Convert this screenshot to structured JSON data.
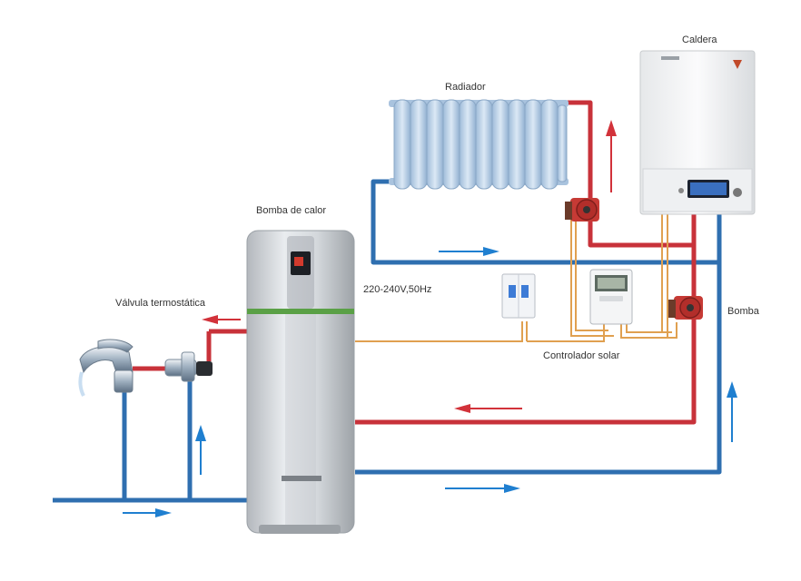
{
  "labels": {
    "boiler": "Caldera",
    "radiator": "Radiador",
    "heat_pump": "Bomba de calor",
    "voltage": "220-240V,50Hz",
    "thermostatic_valve": "Válvula termostática",
    "solar_controller": "Controlador solar",
    "pump": "Bomba"
  },
  "colors": {
    "hot_pipe": "#c8323a",
    "cold_pipe": "#2f6fb0",
    "signal_wire": "#e0a050",
    "arrow_red": "#d2323a",
    "arrow_blue": "#1f7fd0",
    "heat_pump_stripe": "#5aa046",
    "radiator_fin": "#b9d2ea"
  }
}
